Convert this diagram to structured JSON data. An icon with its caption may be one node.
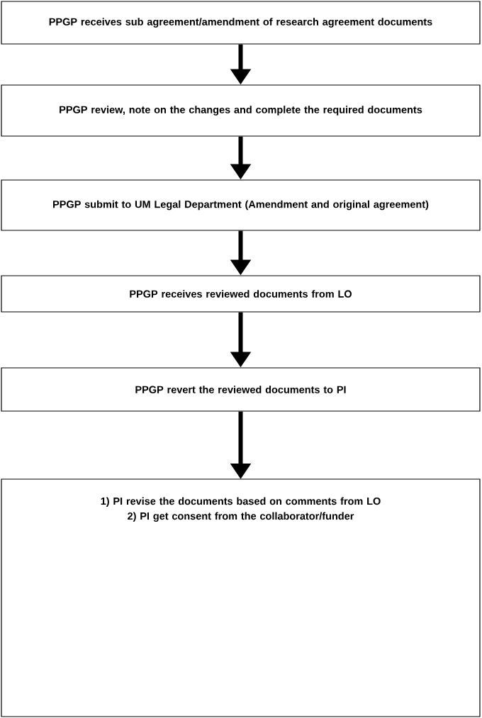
{
  "diagram": {
    "nodes": [
      {
        "text": [
          "PPGP receives sub agreement/amendment of research agreement documents"
        ]
      },
      {
        "text": [
          "PPGP review, note on the changes and complete the required documents"
        ]
      },
      {
        "text": [
          "PPGP submit to UM Legal Department (Amendment and original agreement)"
        ]
      },
      {
        "text": [
          "PPGP receives reviewed documents from LO"
        ]
      },
      {
        "text": [
          "PPGP revert the reviewed documents to PI"
        ]
      },
      {
        "text": [
          "1) PI revise the documents based on comments from LO",
          "2) PI get consent from the collaborator/funder"
        ]
      }
    ],
    "edges": [
      {
        "from": 0,
        "to": 1,
        "arrow": "to"
      },
      {
        "from": 1,
        "to": 2,
        "arrow": "to"
      },
      {
        "from": 2,
        "to": 3,
        "arrow": "to"
      },
      {
        "from": 3,
        "to": 4,
        "arrow": "to"
      },
      {
        "from": 4,
        "to": 5,
        "arrow": "to"
      }
    ]
  }
}
